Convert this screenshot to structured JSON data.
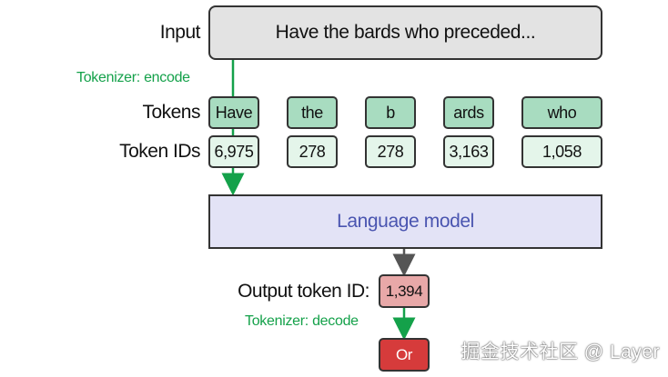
{
  "labels": {
    "input": "Input",
    "tokens": "Tokens",
    "token_ids": "Token IDs",
    "output_token_id": "Output token ID:"
  },
  "input_text": "Have the bards who preceded...",
  "encode_label": "Tokenizer: encode",
  "decode_label": "Tokenizer: decode",
  "tokens": [
    {
      "text": "Have",
      "id": "6,975"
    },
    {
      "text": "the",
      "id": "278"
    },
    {
      "text": "b",
      "id": "278"
    },
    {
      "text": "ards",
      "id": "3,163"
    },
    {
      "text": "who",
      "id": "1,058"
    }
  ],
  "model_label": "Language model",
  "output_id": "1,394",
  "output_token": "Or",
  "watermark": "掘金技术社区 @ Layer",
  "colors": {
    "green": "#14a14a",
    "token_fill": "#a8dcc0",
    "id_fill": "#e4f5ea",
    "model_fill": "#e3e3f6",
    "model_text": "#4a55b0",
    "output_id_fill": "#e8a8a8",
    "output_token_fill": "#d63b3b"
  }
}
